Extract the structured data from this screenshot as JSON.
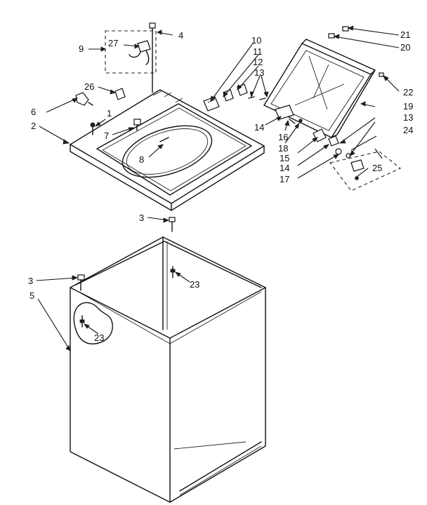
{
  "callouts": [
    {
      "id": "c1",
      "text": "1"
    },
    {
      "id": "c2",
      "text": "2"
    },
    {
      "id": "c3a",
      "text": "3"
    },
    {
      "id": "c3b",
      "text": "3"
    },
    {
      "id": "c4",
      "text": "4"
    },
    {
      "id": "c5",
      "text": "5"
    },
    {
      "id": "c6",
      "text": "6"
    },
    {
      "id": "c7",
      "text": "7"
    },
    {
      "id": "c8",
      "text": "8"
    },
    {
      "id": "c9",
      "text": "9"
    },
    {
      "id": "c10",
      "text": "10"
    },
    {
      "id": "c11",
      "text": "11"
    },
    {
      "id": "c12",
      "text": "12"
    },
    {
      "id": "c13a",
      "text": "13"
    },
    {
      "id": "c13b",
      "text": "13"
    },
    {
      "id": "c14a",
      "text": "14"
    },
    {
      "id": "c14b",
      "text": "14"
    },
    {
      "id": "c15",
      "text": "15"
    },
    {
      "id": "c16",
      "text": "16"
    },
    {
      "id": "c17",
      "text": "17"
    },
    {
      "id": "c18",
      "text": "18"
    },
    {
      "id": "c19",
      "text": "19"
    },
    {
      "id": "c20",
      "text": "20"
    },
    {
      "id": "c21",
      "text": "21"
    },
    {
      "id": "c22",
      "text": "22"
    },
    {
      "id": "c23a",
      "text": "23"
    },
    {
      "id": "c23b",
      "text": "23"
    },
    {
      "id": "c24",
      "text": "24"
    },
    {
      "id": "c25",
      "text": "25"
    },
    {
      "id": "c26",
      "text": "26"
    },
    {
      "id": "c27",
      "text": "27"
    }
  ]
}
